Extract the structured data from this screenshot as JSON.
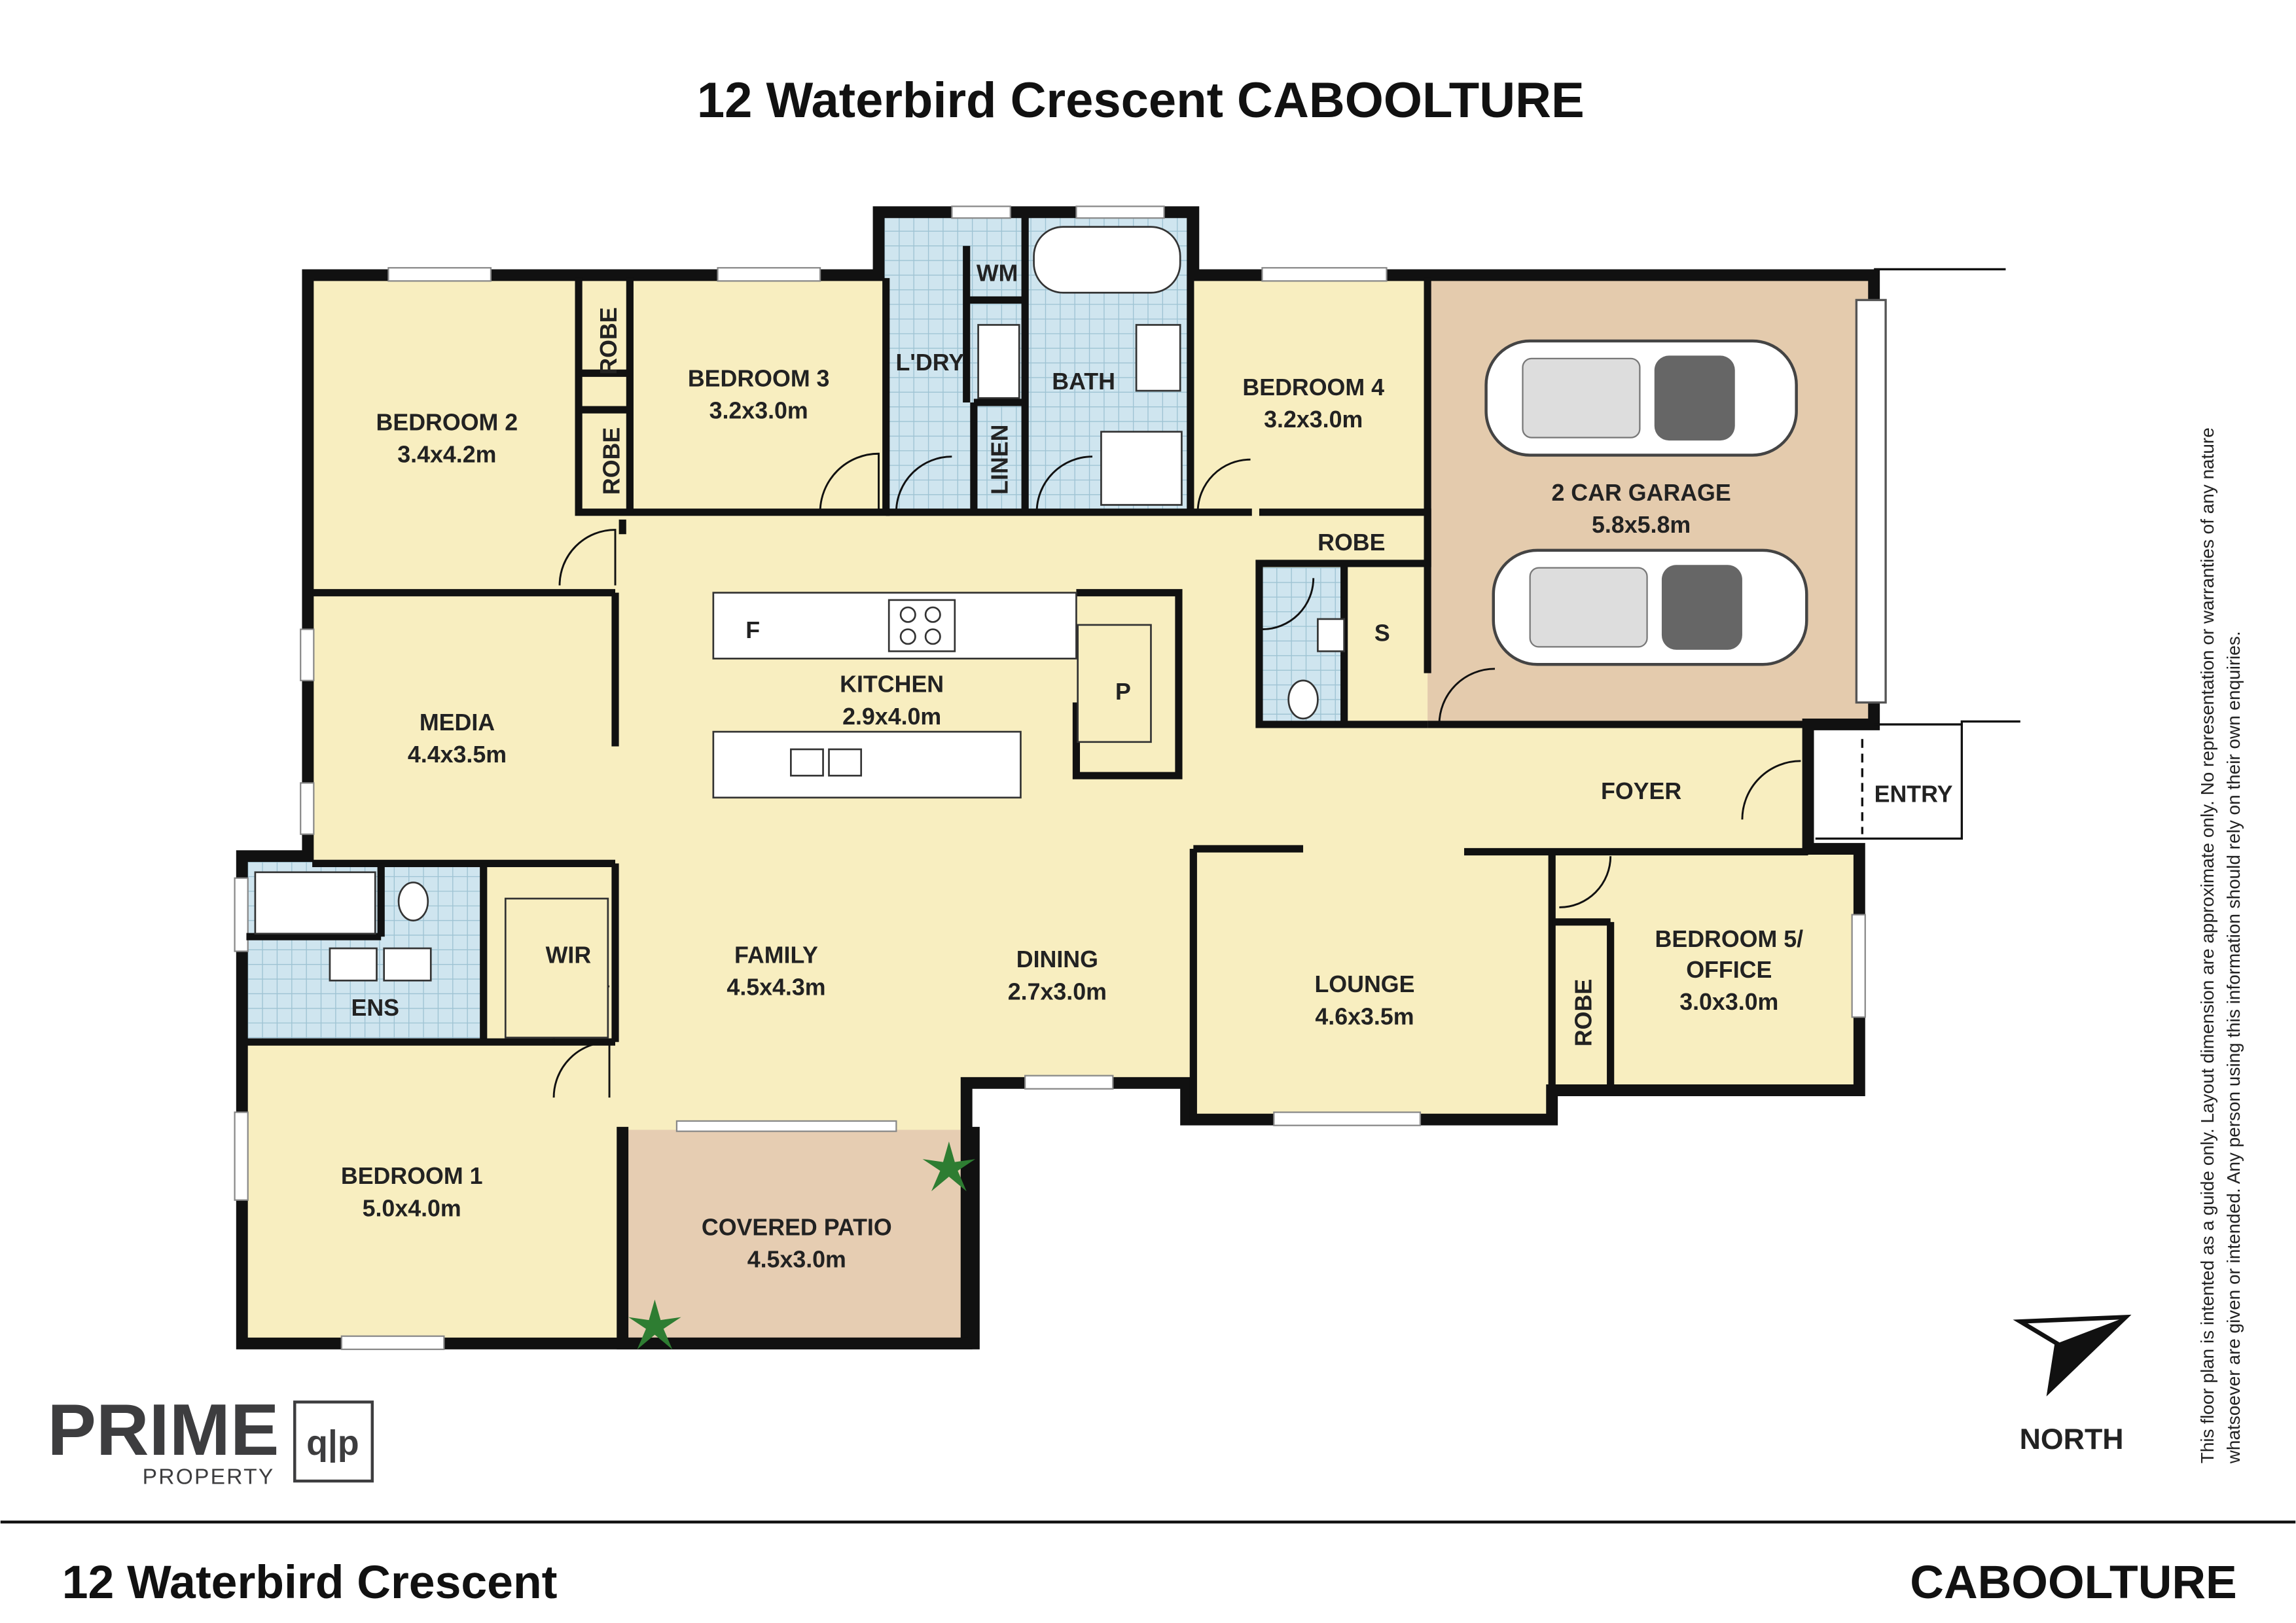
{
  "title": "12 Waterbird Crescent CABOOLTURE",
  "rooms": [
    {
      "name": "BEDROOM 2",
      "dims": "3.4x4.2m"
    },
    {
      "name": "BEDROOM 3",
      "dims": "3.2x3.0m"
    },
    {
      "name": "BEDROOM 4",
      "dims": "3.2x3.0m"
    },
    {
      "name": "2 CAR GARAGE",
      "dims": "5.8x5.8m"
    },
    {
      "name": "MEDIA",
      "dims": "4.4x3.5m"
    },
    {
      "name": "KITCHEN",
      "dims": "2.9x4.0m"
    },
    {
      "name": "FAMILY",
      "dims": "4.5x4.3m"
    },
    {
      "name": "DINING",
      "dims": "2.7x3.0m"
    },
    {
      "name": "LOUNGE",
      "dims": "4.6x3.5m"
    },
    {
      "name": "BEDROOM 5/",
      "name2": "OFFICE",
      "dims": "3.0x3.0m"
    },
    {
      "name": "BEDROOM 1",
      "dims": "5.0x4.0m"
    },
    {
      "name": "COVERED PATIO",
      "dims": "4.5x3.0m"
    }
  ],
  "labels": {
    "robe": "ROBE",
    "wm": "WM",
    "laundry": "L'DRY",
    "bath": "BATH",
    "linen": "LINEN",
    "fridge": "F",
    "pantry": "P",
    "store": "S",
    "foyer": "FOYER",
    "entry": "ENTRY",
    "wir": "WIR",
    "ens": "ENS"
  },
  "north": "NORTH",
  "disclaimer": {
    "line1": "This floor plan is intented as a guide only. Layout dimension are approximate only. No representation or warranties of any nature",
    "line2": "whatsoever are given or intended. Any person using this information should rely on their own enquiries."
  },
  "logo": {
    "brand": "PRIME",
    "sub": "PROPERTY",
    "mark": "q|p"
  },
  "footer": {
    "address": "12 Waterbird Crescent",
    "suburb": "CABOOLTURE"
  },
  "colors": {
    "room": "#f8eec0",
    "wet": "#cfe5ef",
    "garage": "#e4cbad",
    "patio": "#e6cdb2",
    "wall": "#111111"
  }
}
